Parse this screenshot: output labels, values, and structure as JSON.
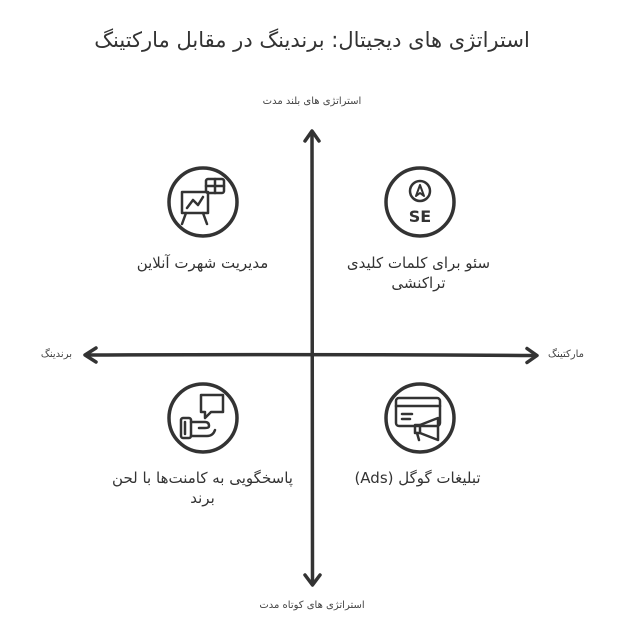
{
  "title": "استراتژی های دیجیتال: برندینگ در مقابل مارکتینگ",
  "axes": {
    "top": "استراتژی های بلند مدت",
    "bottom": "استراتژی های کوتاه مدت",
    "left": "برندینگ",
    "right": "مارکتینگ"
  },
  "quadrants": {
    "top_left": {
      "label": "مدیریت شهرت آنلاین",
      "icon": "presentation-board-icon"
    },
    "top_right": {
      "label": "سئو برای کلمات کلیدی تراکنشی",
      "icon": "seo-compass-icon"
    },
    "bottom_left": {
      "label": "پاسخگویی به کامنت‌ها با لحن برند",
      "icon": "chat-response-icon"
    },
    "bottom_right": {
      "label": "تبلیغات گوگل (Ads)",
      "icon": "ads-megaphone-icon"
    }
  },
  "icon_text": {
    "seo": "SE"
  }
}
